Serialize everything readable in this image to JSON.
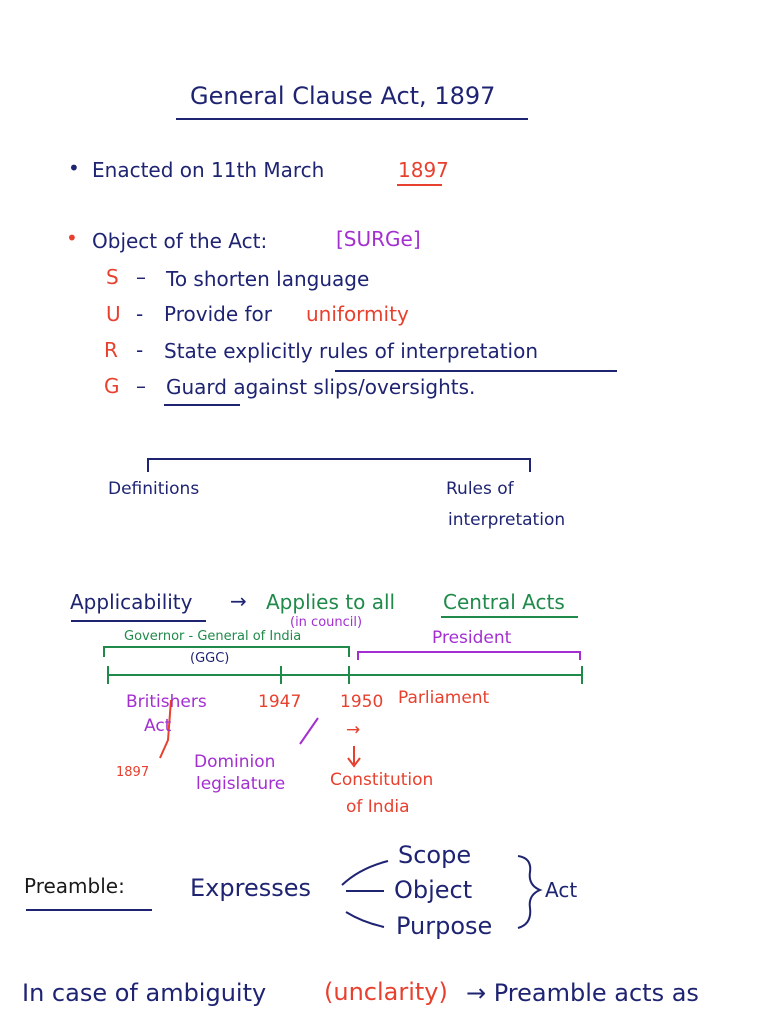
{
  "title": "General Clause Act, 1897",
  "enacted": {
    "prefix": "Enacted on 11th March",
    "year": "1897"
  },
  "object": {
    "label": "Object of the Act:",
    "mnemonic": "[SURGe]",
    "items": [
      {
        "letter": "S",
        "dash": "–",
        "text": "To shorten language",
        "highlight": ""
      },
      {
        "letter": "U",
        "dash": "-",
        "text": "Provide for",
        "highlight": "uniformity"
      },
      {
        "letter": "R",
        "dash": "-",
        "text": "State explicitly rules of interpretation",
        "highlight": ""
      },
      {
        "letter": "G",
        "dash": "–",
        "text": "Guard against slips/oversights.",
        "highlight": ""
      }
    ]
  },
  "split": {
    "left": "Definitions",
    "right_line1": "Rules of",
    "right_line2": "interpretation"
  },
  "applicability": {
    "label": "Applicability",
    "arrow": "→",
    "applies": "Applies to all",
    "central": "Central Acts"
  },
  "timeline": {
    "ggc_label": "Governor - General of India",
    "in_council": "(in council)",
    "ggc_abbr": "(GGC)",
    "president": "President",
    "britishers": "Britishers",
    "act": "Act",
    "year_1897": "1897",
    "year_1947": "1947",
    "year_1950": "1950",
    "parliament": "Parliament",
    "dominion_1": "Dominion",
    "dominion_2": "legislature",
    "arrow_right": "→",
    "constitution_1": "Constitution",
    "constitution_2": "of India"
  },
  "preamble": {
    "label": "Preamble:",
    "expresses": "Expresses",
    "items": [
      "Scope",
      "Object",
      "Purpose"
    ],
    "target": "Act"
  },
  "ambiguity": {
    "prefix": "In case of ambiguity",
    "paren": "(unclarity)",
    "suffix": "→ Preamble acts as"
  },
  "colors": {
    "navy": "#1f2472",
    "red": "#e8402e",
    "purple": "#a32fd0",
    "green": "#1f8a4a"
  }
}
